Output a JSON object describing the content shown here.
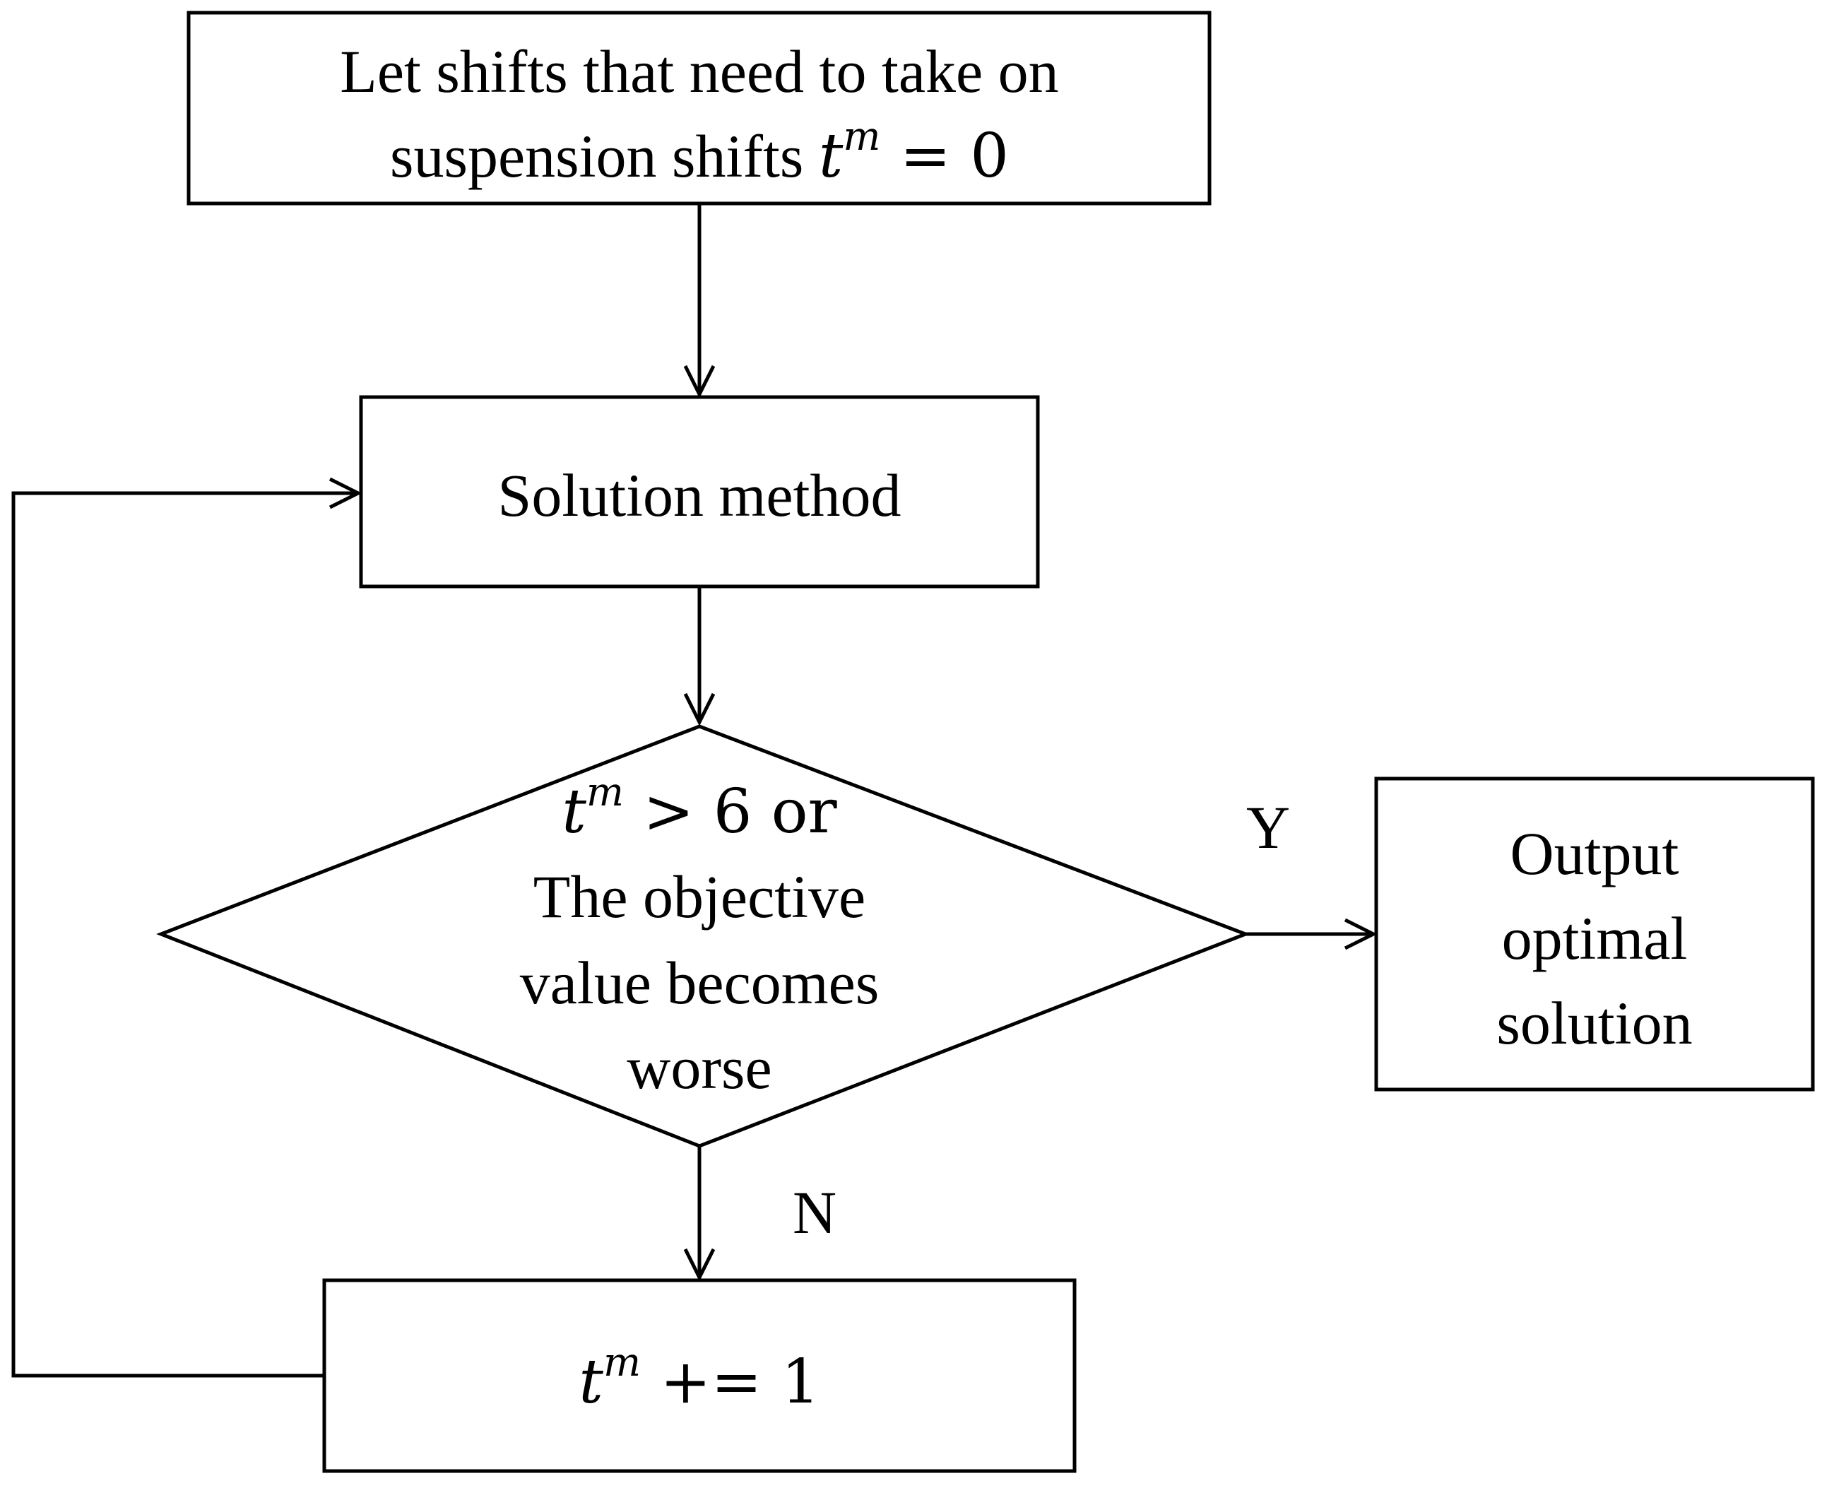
{
  "diagram": {
    "start_box": {
      "line1": "Let shifts that need to take on",
      "line2_prefix": "suspension shifts ",
      "var_base": "t",
      "var_sup": "m",
      "line2_suffix": " = 0"
    },
    "solution_box": {
      "label": "Solution method"
    },
    "decision": {
      "var_base": "t",
      "var_sup": "m",
      "line1_suffix": " > 6 or",
      "line2": "The objective",
      "line3": "value becomes",
      "line4": "worse"
    },
    "output_box": {
      "line1": "Output",
      "line2": "optimal",
      "line3": "solution"
    },
    "increment_box": {
      "var_base": "t",
      "var_sup": "m",
      "suffix": " += 1"
    },
    "yes_label": "Y",
    "no_label": "N"
  }
}
